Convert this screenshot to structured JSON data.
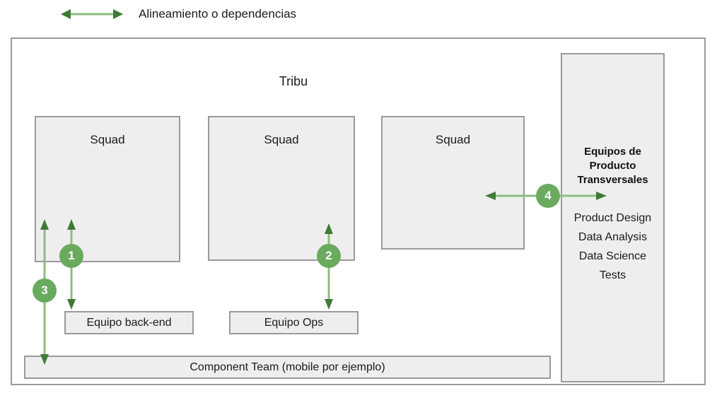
{
  "legend": {
    "icon": "double-arrow-icon",
    "label": "Alineamiento o dependencias",
    "arrow_color": "#3f7a36"
  },
  "colors": {
    "accent_green": "#6aaa5e",
    "arrow_green": "#8cbd82",
    "arrow_head": "#3f7a36",
    "box_fill": "#eeeeee",
    "box_border": "#9a9a9a",
    "text": "#1a1a1a"
  },
  "tribe": {
    "title": "Tribu",
    "squads": [
      {
        "label": "Squad"
      },
      {
        "label": "Squad"
      },
      {
        "label": "Squad"
      }
    ],
    "teams": [
      {
        "label": "Equipo back-end"
      },
      {
        "label": "Equipo Ops"
      }
    ],
    "component_team": {
      "label": "Component Team (mobile por ejemplo)"
    },
    "cross_functional": {
      "title": "Equipos de Producto Transversales",
      "items": [
        "Product Design",
        "Data Analysis",
        "Data Science",
        "Tests"
      ]
    }
  },
  "badges": [
    {
      "number": "1"
    },
    {
      "number": "2"
    },
    {
      "number": "3"
    },
    {
      "number": "4"
    }
  ]
}
